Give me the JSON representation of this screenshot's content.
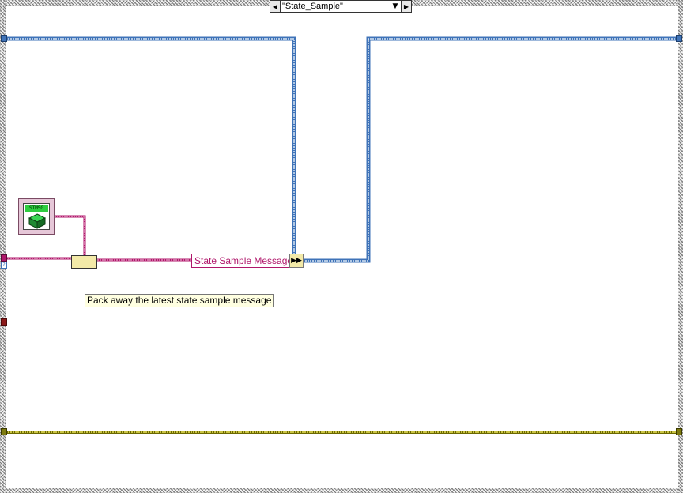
{
  "case_selector": {
    "value": "\"State_Sample\"",
    "prev_icon": "triangle-left-icon",
    "next_icon": "triangle-right-icon",
    "dropdown_icon": "triangle-down-icon"
  },
  "class_constant": {
    "tag": "STMSG",
    "icon": "green-cube-icon"
  },
  "bundle_node": {
    "icon": "bundle-icon"
  },
  "message_label": {
    "text": "State Sample Message"
  },
  "message_node": {
    "icon": "double-arrow-icon"
  },
  "comment": {
    "text": "Pack away the latest state sample message"
  },
  "colors": {
    "blue_wire": "#3f73b8",
    "blue_wire_light": "#b6cbe6",
    "pink_wire": "#b0176b",
    "yellow_wire": "#c9c200",
    "error_wire_dark": "#5c5a00",
    "frame": "#8a8a8a"
  }
}
